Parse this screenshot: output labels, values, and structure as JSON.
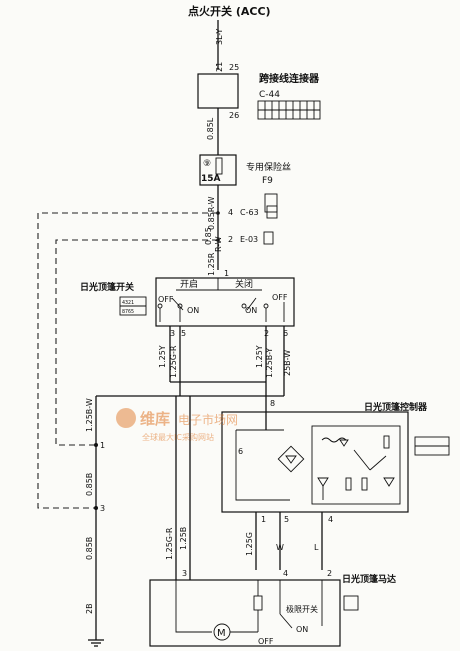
{
  "title": "点火开关 (ACC)",
  "components": {
    "joint_connector": {
      "label": "跨接线连接器",
      "code": "C-44",
      "pin_top": "25",
      "pin_bottom": "26"
    },
    "fuse": {
      "label": "专用保险丝",
      "code": "F9",
      "rating": "15A",
      "number": "⑨"
    },
    "conn_c63": {
      "pin": "4",
      "code": "C-63"
    },
    "conn_e03": {
      "pin": "2",
      "code": "E-03"
    },
    "sunroof_switch": {
      "label": "日光顶篷开关",
      "open_label": "开启",
      "close_label": "关闭",
      "off": "OFF",
      "on": "ON",
      "pin_in": "1",
      "pin_l1": "3",
      "pin_l2": "5",
      "pin_r1": "2",
      "pin_r2": "6",
      "connector_pins": "4321 8765"
    },
    "controller": {
      "label": "日光顶篷控制器",
      "pin_top": "8",
      "pin_left": "6",
      "pin_b1": "1",
      "pin_b2": "5",
      "pin_b3": "4"
    },
    "motor": {
      "label": "日光顶篷马达",
      "limit_switch": "极限开关",
      "on": "ON",
      "off": "OFF",
      "motor_symbol": "M",
      "pin_left": "3",
      "pin_mid": "4",
      "pin_right": "2"
    },
    "splice_left": {
      "pin_1": "1",
      "pin_3": "3"
    }
  },
  "wires": {
    "w_top": "3L-Y",
    "w_21": "21",
    "w_085l": "0.85L",
    "w_085r_w": "0.85R-W",
    "w_085": "0.85",
    "w_rw": "R-W",
    "w_125r": "1.25R",
    "w_125y_l": "1.25Y",
    "w_125g_r": "1.25G-R",
    "w_125y_r": "1.25Y",
    "w_125b_y": "1.25B-Y",
    "w_25b_w": "25B-W",
    "w_125b_w": "1.25B-W",
    "w_085b_a": "0.85B",
    "w_085b_b": "0.85B",
    "w_2b": "2B",
    "w_125g_r_b": "1.25G-R",
    "w_125b": "1.25B",
    "w_125g": "1.25G",
    "w_w": "W",
    "w_l": "L"
  },
  "watermark": {
    "brand": "维库",
    "brand2": "电子市场网",
    "slogan": "全球最大IC采购网站"
  }
}
